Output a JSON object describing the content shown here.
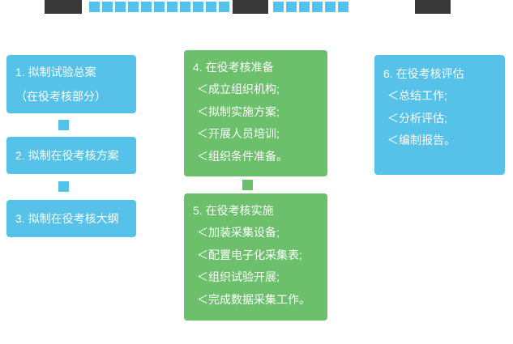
{
  "colors": {
    "blue": "#57C2E9",
    "green": "#6CC06C",
    "dark": "#383838",
    "text_on_box": "#FFFFFF",
    "background": "#FFFFFF"
  },
  "header": {
    "group1_count": 11,
    "group2_count": 6
  },
  "flow": {
    "step1": {
      "lines": [
        "1. 拟制试验总案",
        "（在役考核部分）"
      ]
    },
    "step2": {
      "title": "2. 拟制在役考核方案"
    },
    "step3": {
      "title": "3. 拟制在役考核大纲"
    },
    "step4": {
      "title": "4. 在役考核准备",
      "items": [
        "＜成立组织机构;",
        "＜拟制实施方案;",
        "＜开展人员培训;",
        "＜组织条件准备。"
      ]
    },
    "step5": {
      "title": "5. 在役考核实施",
      "items": [
        "＜加装采集设备;",
        "＜配置电子化采集表;",
        "＜组织试验开展;",
        "＜完成数据采集工作。"
      ]
    },
    "step6": {
      "title": "6. 在役考核评估",
      "items": [
        "＜总结工作;",
        "＜分析评估;",
        "＜编制报告。"
      ]
    }
  }
}
